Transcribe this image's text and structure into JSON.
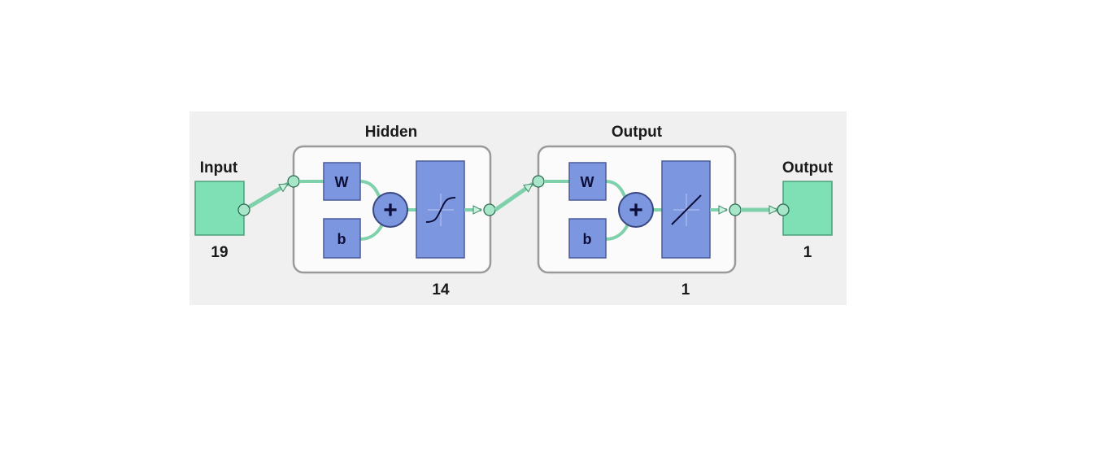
{
  "input": {
    "label": "Input",
    "size": "19"
  },
  "hidden": {
    "label": "Hidden",
    "size": "14",
    "weight": "W",
    "bias": "b",
    "sum": "+",
    "transfer": "tansig"
  },
  "output_layer": {
    "label": "Output",
    "size": "1",
    "weight": "W",
    "bias": "b",
    "sum": "+",
    "transfer": "purelin"
  },
  "output": {
    "label": "Output",
    "size": "1"
  },
  "colors": {
    "panel": "#f0f0f0",
    "io_box": "#7fe0b5",
    "block_fill": "#7c97df",
    "block_stroke": "#4a5a9c",
    "connector": "#7fd1ab",
    "layer_frame": "#9a9a9a"
  }
}
